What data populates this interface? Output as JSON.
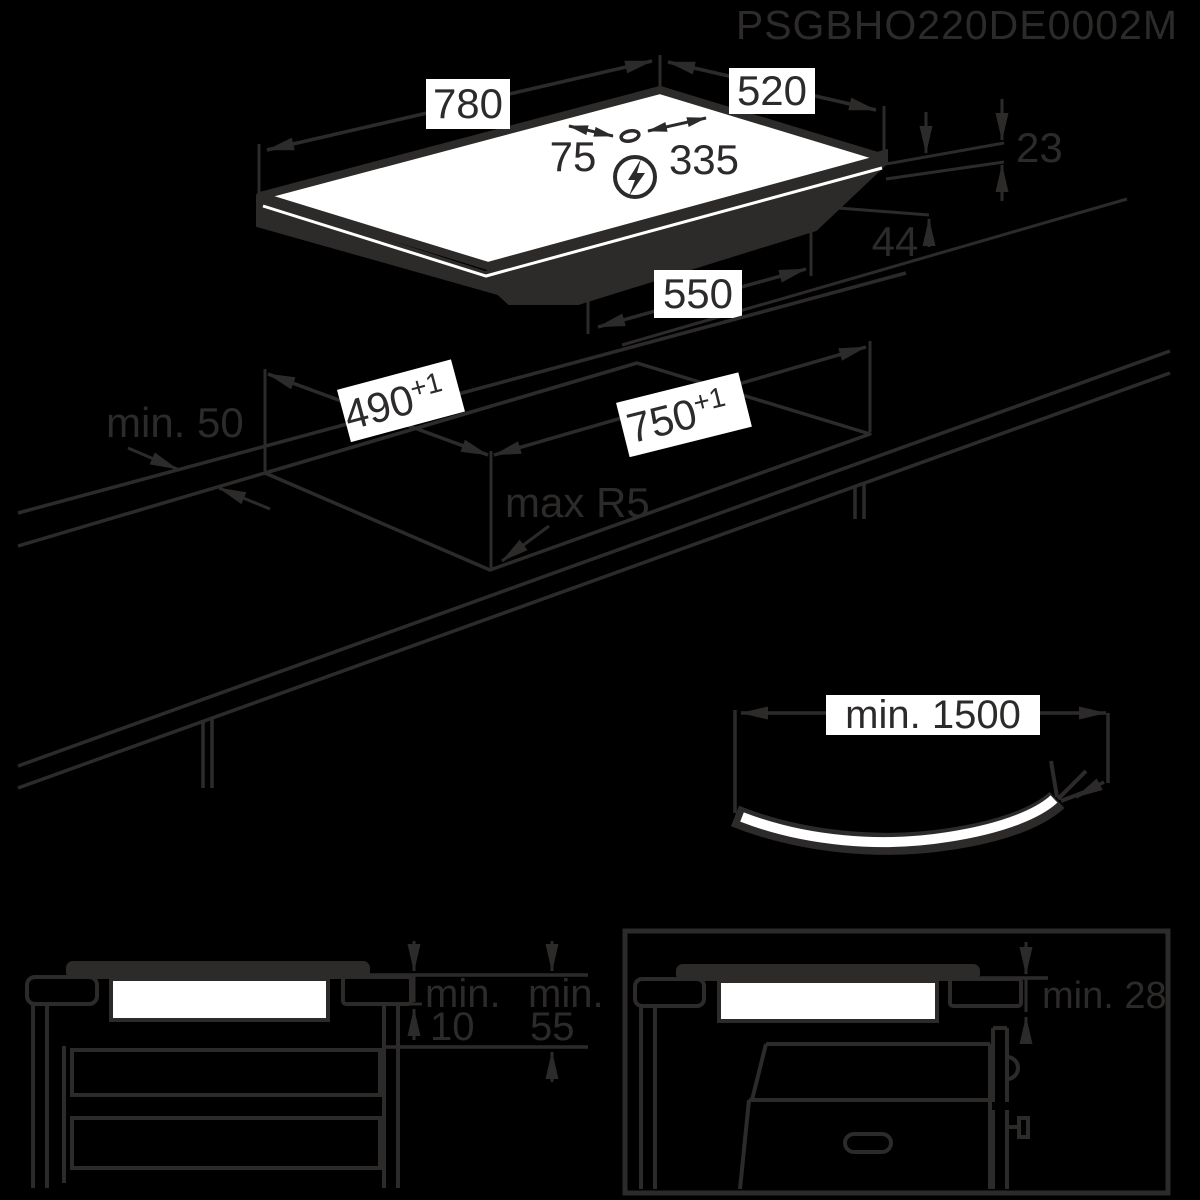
{
  "part_number": "PSGBHO220DE0002M",
  "colors": {
    "background": "#000000",
    "line": "#2d2a2a",
    "fill": "#ffffff"
  },
  "hob_view": {
    "width": "780",
    "depth": "520",
    "cable_offset_left": "75",
    "cable_offset_right": "335",
    "height_above_worktop": "23",
    "height_below_worktop": "44",
    "body_width": "550",
    "power_icon": "lightning-bolt-circle"
  },
  "cutout_view": {
    "edge_clearance": "min. 50",
    "cutout_depth": "490",
    "cutout_depth_tolerance": "+1",
    "cutout_width": "750",
    "cutout_width_tolerance": "+1",
    "corner_radius": "max R5"
  },
  "cable_view": {
    "cable_length": "min. 1500"
  },
  "worktop_section_view": {
    "clearance_top_prefix": "min.",
    "clearance_top_value": "10",
    "clearance_bottom_prefix": "min.",
    "clearance_bottom_value": "55"
  },
  "oven_section_view": {
    "oven_clearance": "min. 28"
  }
}
